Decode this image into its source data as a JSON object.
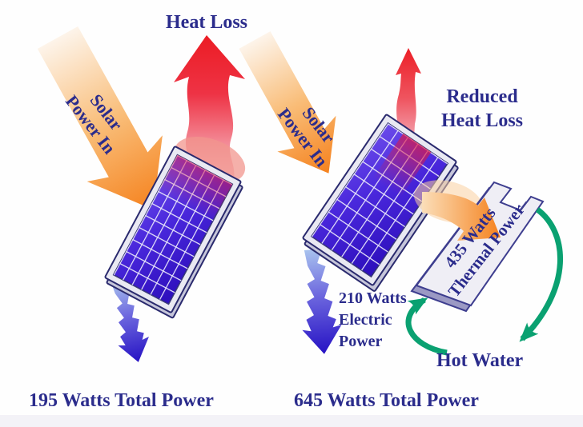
{
  "diagram": {
    "left_system": {
      "heat_loss_label": "Heat Loss",
      "solar_in": {
        "line1": "Solar",
        "line2": "Power In"
      },
      "total_power_label": "195 Watts Total Power"
    },
    "right_system": {
      "solar_in": {
        "line1": "Solar",
        "line2": "Power In"
      },
      "reduced_heat_loss": {
        "line1": "Reduced",
        "line2": "Heat Loss"
      },
      "electric_power": {
        "line1": "210 Watts",
        "line2": "Electric",
        "line3": "Power"
      },
      "thermal_power": {
        "line1": "435 Watts",
        "line2": "Thermal Power"
      },
      "hot_water_label": "Hot Water",
      "total_power_label": "645 Watts Total Power"
    },
    "colors": {
      "text_navy": "#2B2C8C",
      "solar_orange": "#F5821E",
      "heat_red": "#EC1C24",
      "electric_blue": "#2612C4",
      "water_green": "#0AA171",
      "panel_cell_blue": "#4A28DC",
      "collector_gray": "#EFEEF5"
    }
  }
}
